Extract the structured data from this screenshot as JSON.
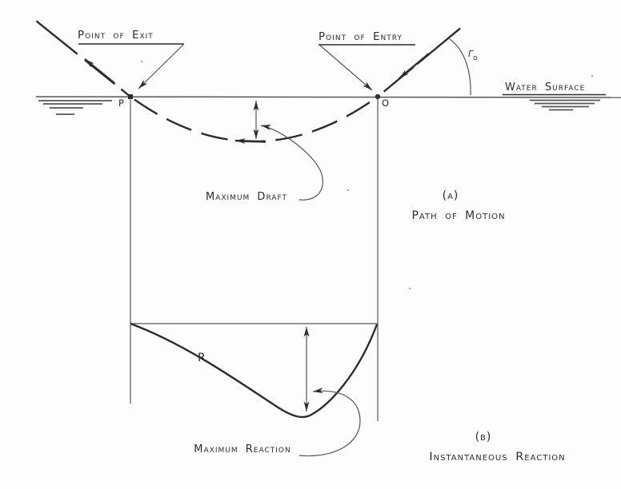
{
  "diagram": {
    "panel_a": {
      "exit_label": "Point of Exit",
      "entry_label": "Point of Entry",
      "water_surface_label": "Water Surface",
      "exit_point": "P",
      "entry_point": "O",
      "angle_symbol": "γ",
      "angle_subscript": "o",
      "draft_label": "Maximum Draft",
      "index": "(a)",
      "caption": "Path of Motion"
    },
    "panel_b": {
      "curve_label": "R",
      "reaction_label": "Maximum Reaction",
      "index": "(b)",
      "caption": "Instantaneous Reaction"
    },
    "colors": {
      "ink": "#2d2d2d",
      "ink_light": "#565656",
      "paper": "#fdfdfb"
    }
  }
}
